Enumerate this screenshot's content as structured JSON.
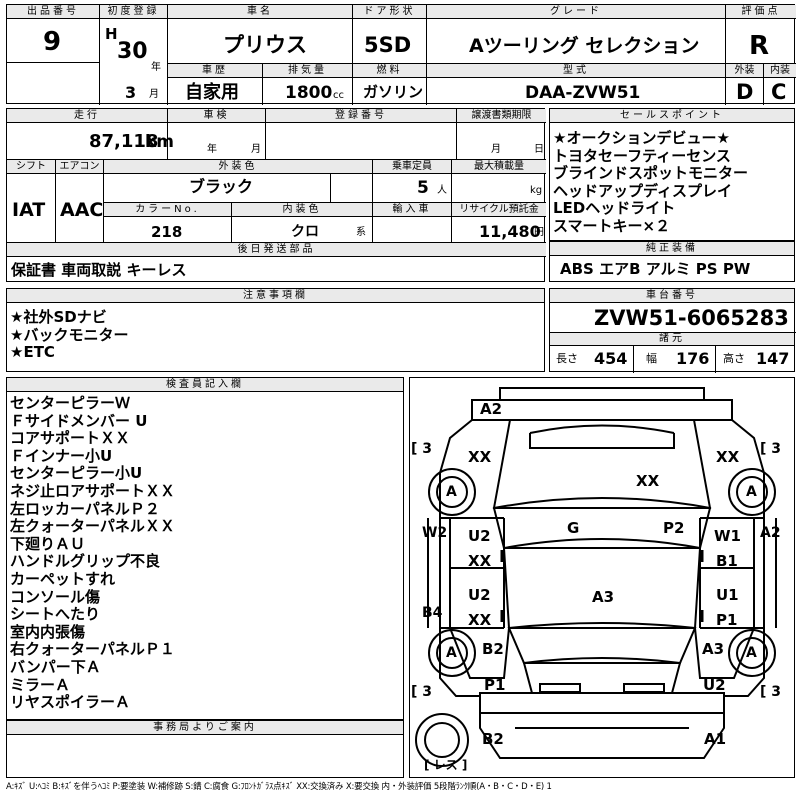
{
  "header": {
    "lot_no_label": "出品番号",
    "lot_no": "9",
    "first_reg_label": "初度登録",
    "era": "H",
    "year": "30",
    "year_unit": "年",
    "month": "3",
    "month_unit": "月",
    "car_name_label": "車名",
    "car_name": "プリウス",
    "door_label": "ドア形状",
    "door": "5SD",
    "grade_label": "グレード",
    "grade": "Aツーリング セレクション",
    "score_label": "評価点",
    "score": "R",
    "history_label": "車歴",
    "history": "自家用",
    "displacement_label": "排気量",
    "displacement": "1800",
    "displacement_unit": "cc",
    "fuel_label": "燃料",
    "fuel": "ガソリン",
    "model_label": "型式",
    "model": "DAA-ZVW51",
    "exterior_label": "外装",
    "exterior": "D",
    "interior_label": "内装",
    "interior": "C"
  },
  "row2": {
    "mileage_label": "走行",
    "mileage": "87,118",
    "mileage_unit": "km",
    "inspection_label": "車検",
    "inspection_year_unit": "年",
    "inspection_month_unit": "月",
    "reg_no_label": "登録番号",
    "transfer_label": "譲渡書類期限",
    "transfer_month_unit": "月",
    "transfer_day_unit": "日",
    "shift_label": "シフト",
    "shift": "IAT",
    "aircon_label": "エアコン",
    "aircon": "AAC",
    "ext_color_label": "外装色",
    "ext_color": "ブラック",
    "capacity_label": "乗車定員",
    "capacity": "5",
    "capacity_unit": "人",
    "load_label": "最大積載量",
    "load_unit": "kg",
    "color_no_label": "カラーNo.",
    "color_no": "218",
    "int_color_label": "内装色",
    "int_color": "クロ",
    "int_color_unit": "系",
    "import_label": "輸入車",
    "recycle_label": "リサイクル預託金",
    "recycle": "11,480",
    "recycle_unit": "円",
    "later_parts_label": "後日発送部品",
    "later_parts": "保証書 車両取説 キーレス"
  },
  "sales_points": {
    "label": "セールスポイント",
    "items": [
      "★オークションデビュー★",
      "トヨタセーフティーセンス",
      "ブラインドスポットモニター",
      "ヘッドアップディスプレイ",
      "LEDヘッドライト",
      "スマートキー×２"
    ]
  },
  "factory_equipment": {
    "label": "純正装備",
    "value": "ABS エアB アルミ PS PW"
  },
  "notes": {
    "label": "注意事項欄",
    "items": [
      "★社外SDナビ",
      "★バックモニター",
      "★ETC"
    ]
  },
  "chassis": {
    "label": "車台番号",
    "value": "ZVW51-6065283",
    "specs_label": "諸元",
    "length_label": "長さ",
    "length": "454",
    "width_label": "幅",
    "width": "176",
    "height_label": "高さ",
    "height": "147"
  },
  "inspector": {
    "label": "検査員記入欄",
    "items": [
      "センターピラーＷ",
      "Ｆサイドメンバー U",
      "コアサポートＸＸ",
      "Ｆインナー小U",
      "センターピラー小U",
      "ネジ止ロアサポートＸＸ",
      "左ロッカーパネルＰ２",
      "左クォーターパネルＸＸ",
      "下廻りＡＵ",
      "ハンドルグリップ不良",
      "カーペットすれ",
      "コンソール傷",
      "シートへたり",
      "室内内張傷",
      "右クォーターパネルＰ１",
      "バンパー下Ａ",
      "ミラーＡ",
      "リヤスポイラーＡ"
    ]
  },
  "office": {
    "label": "事務局よりご案内"
  },
  "diagram": {
    "marks": {
      "a2_top": "A2",
      "xx_fl": "XX",
      "xx_fr": "XX",
      "xx_hood": "XX",
      "a_wheel_fl": "A",
      "a_wheel_fr": "A",
      "a_wheel_rl": "A",
      "a_wheel_rr": "A",
      "w2": "W2",
      "a2_right": "A2",
      "u2_front": "U2",
      "xx_door_fl": "XX",
      "g": "G",
      "p2": "P2",
      "w1": "W1",
      "b1": "B1",
      "u2_rear": "U2",
      "xx_door_rl": "XX",
      "a3_roof": "A3",
      "u1": "U1",
      "p1_door": "P1",
      "b4": "B4",
      "b2_left": "B2",
      "a3_right": "A3",
      "p1_left": "P1",
      "u2_right": "U2",
      "b2_bottom": "B2",
      "a1_bottom": "A1"
    },
    "tire_fl": "3",
    "tire_fr": "3",
    "tire_rl": "3",
    "tire_rr": "3",
    "spare": "レス"
  },
  "legend": "A:ｷｽﾞ U:ﾍｺﾐ B:ｷｽﾞを伴うﾍｺﾐ P:要塗装 W:補修跡 S:錆 C:腐食 G:ﾌﾛﾝﾄｶﾞﾗｽ点ｷｽﾞ XX:交換済み X:要交換 内・外装評価 5段階ﾗﾝｸ順(A・B・C・D・E) 1"
}
